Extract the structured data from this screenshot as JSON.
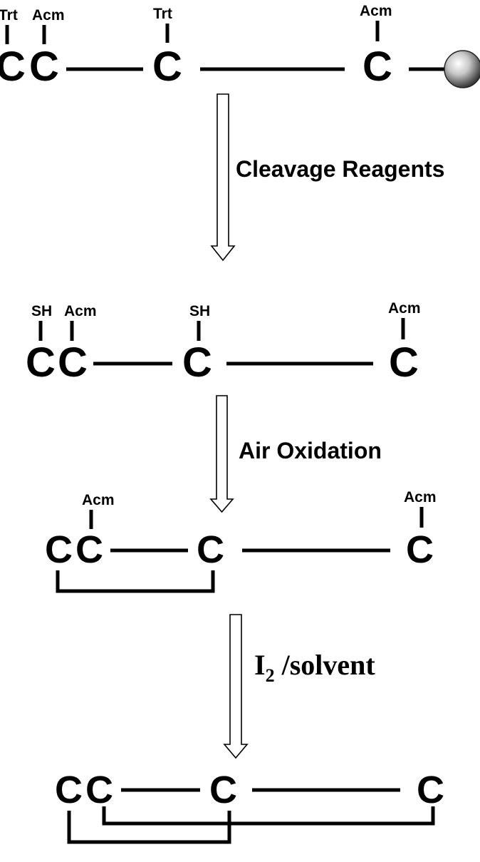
{
  "residue_letter": "C",
  "protecting_groups": {
    "trityl": "Trt",
    "acetamidomethyl": "Acm",
    "free_thiol": "SH"
  },
  "steps": {
    "cleavage": "Cleavage Reagents",
    "air_oxidation": "Air Oxidation",
    "iodine_prefix": "I",
    "iodine_subscript": "2",
    "iodine_suffix": " /solvent"
  },
  "icons": {
    "resin": "resin-bead-icon"
  },
  "colors": {
    "ink": "#000000",
    "background": "#ffffff"
  }
}
